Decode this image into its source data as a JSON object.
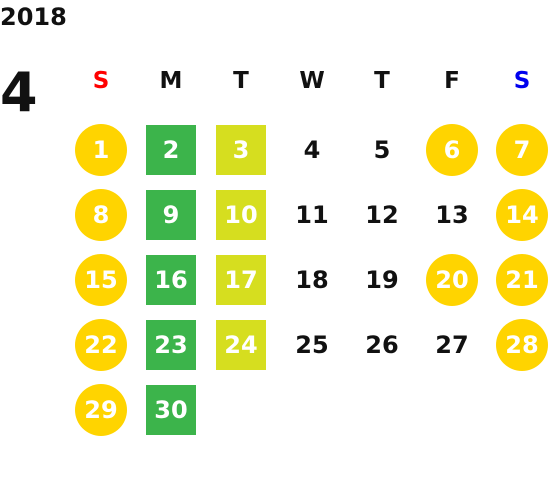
{
  "calendar": {
    "year": "2018",
    "month": "4",
    "weekdays": [
      {
        "label": "S",
        "color": "#ff0000"
      },
      {
        "label": "M",
        "color": "#111111"
      },
      {
        "label": "T",
        "color": "#111111"
      },
      {
        "label": "W",
        "color": "#111111"
      },
      {
        "label": "T",
        "color": "#111111"
      },
      {
        "label": "F",
        "color": "#111111"
      },
      {
        "label": "S",
        "color": "#0000ee"
      }
    ],
    "colors": {
      "circle_yellow": "#ffd400",
      "square_green": "#3cb44b",
      "square_lime": "#d6de1f",
      "text_on_color": "#ffffff",
      "text_plain": "#111111"
    },
    "weeks": [
      [
        {
          "day": "1",
          "style": "circle"
        },
        {
          "day": "2",
          "style": "green"
        },
        {
          "day": "3",
          "style": "lime"
        },
        {
          "day": "4",
          "style": "plain"
        },
        {
          "day": "5",
          "style": "plain"
        },
        {
          "day": "6",
          "style": "circle"
        },
        {
          "day": "7",
          "style": "circle"
        }
      ],
      [
        {
          "day": "8",
          "style": "circle"
        },
        {
          "day": "9",
          "style": "green"
        },
        {
          "day": "10",
          "style": "lime"
        },
        {
          "day": "11",
          "style": "plain"
        },
        {
          "day": "12",
          "style": "plain"
        },
        {
          "day": "13",
          "style": "plain"
        },
        {
          "day": "14",
          "style": "circle"
        }
      ],
      [
        {
          "day": "15",
          "style": "circle"
        },
        {
          "day": "16",
          "style": "green"
        },
        {
          "day": "17",
          "style": "lime"
        },
        {
          "day": "18",
          "style": "plain"
        },
        {
          "day": "19",
          "style": "plain"
        },
        {
          "day": "20",
          "style": "circle"
        },
        {
          "day": "21",
          "style": "circle"
        }
      ],
      [
        {
          "day": "22",
          "style": "circle"
        },
        {
          "day": "23",
          "style": "green"
        },
        {
          "day": "24",
          "style": "lime"
        },
        {
          "day": "25",
          "style": "plain"
        },
        {
          "day": "26",
          "style": "plain"
        },
        {
          "day": "27",
          "style": "plain"
        },
        {
          "day": "28",
          "style": "circle"
        }
      ],
      [
        {
          "day": "29",
          "style": "circle"
        },
        {
          "day": "30",
          "style": "green"
        }
      ]
    ]
  }
}
